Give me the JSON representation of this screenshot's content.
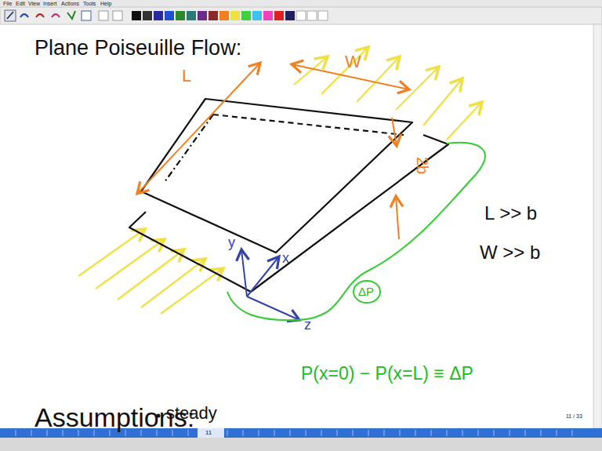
{
  "diagram": {
    "title": "Plane Poiseuille Flow:",
    "labels": [
      "File",
      "Edit",
      "View",
      "Insert",
      "Actions",
      "Tools",
      "Help",
      "L",
      "W",
      "2b",
      "y",
      "x",
      "z",
      "ΔP",
      "L >> b",
      "W >> b",
      "P(x=0) − P(x=L) ≡ ΔP",
      "Assumptions:",
      "steady",
      "11 / 33",
      "11"
    ]
  }
}
